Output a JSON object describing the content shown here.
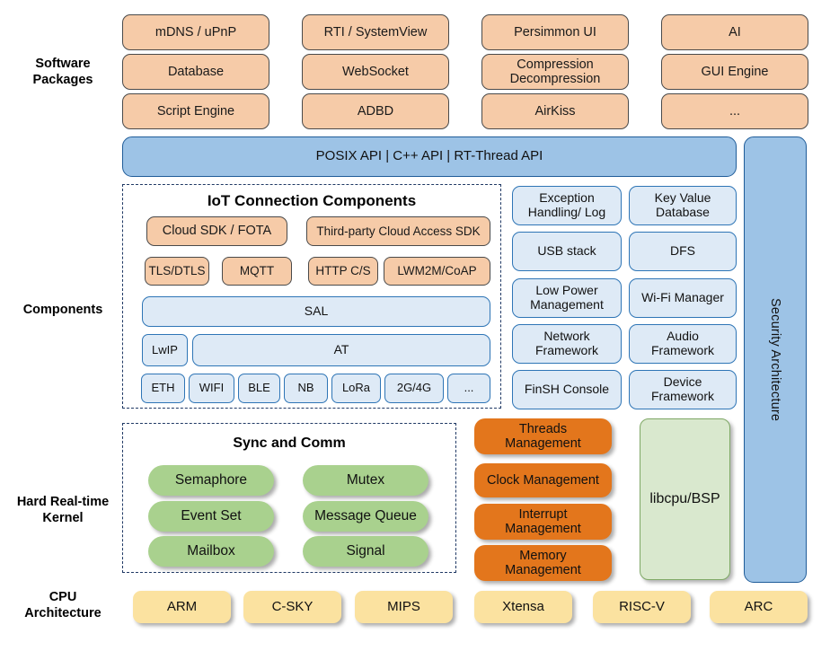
{
  "rows": {
    "software_packages": "Software\nPackages",
    "components": "Components",
    "kernel": "Hard Real-time\nKernel",
    "cpu": "CPU\nArchitecture"
  },
  "software_packages": {
    "columns": [
      [
        "mDNS / uPnP",
        "Database",
        "Script Engine"
      ],
      [
        "RTI / SystemView",
        "WebSocket",
        "ADBD"
      ],
      [
        "Persimmon UI",
        "Compression\nDecompression",
        "AirKiss"
      ],
      [
        "AI",
        "GUI Engine",
        "..."
      ]
    ]
  },
  "api_bar": {
    "label": "POSIX API  |  C++ API  |  RT-Thread API"
  },
  "security": {
    "label": "Security Architecture"
  },
  "iot": {
    "title": "IoT Connection Components",
    "cloud_row": [
      "Cloud SDK / FOTA",
      "Third-party Cloud Access SDK"
    ],
    "protocol_row": [
      "TLS/DTLS",
      "MQTT",
      "HTTP C/S",
      "LWM2M/CoAP"
    ],
    "sal": "SAL",
    "lwip": "LwIP",
    "at": "AT",
    "links": [
      "ETH",
      "WIFI",
      "BLE",
      "NB",
      "LoRa",
      "2G/4G",
      "..."
    ]
  },
  "component_grid": {
    "left": [
      "Exception\nHandling/ Log",
      "USB stack",
      "Low Power\nManagement",
      "Network\nFramework",
      "FinSH Console"
    ],
    "right": [
      "Key Value\nDatabase",
      "DFS",
      "Wi-Fi Manager",
      "Audio\nFramework",
      "Device\nFramework"
    ]
  },
  "sync": {
    "title": "Sync and Comm",
    "left": [
      "Semaphore",
      "Event Set",
      "Mailbox"
    ],
    "right": [
      "Mutex",
      "Message Queue",
      "Signal"
    ]
  },
  "management": {
    "items": [
      "Threads\nManagement",
      "Clock Management",
      "Interrupt\nManagement",
      "Memory\nManagement"
    ]
  },
  "libcpu": {
    "label": "libcpu/BSP"
  },
  "cpu_architecture": {
    "items": [
      "ARM",
      "C-SKY",
      "MIPS",
      "Xtensa",
      "RISC-V",
      "ARC"
    ]
  },
  "colors": {
    "peach": "#F6CBA8",
    "blue": "#9DC3E6",
    "light_blue": "#DEEAF6",
    "green": "#A9D18E",
    "orange": "#E3761C",
    "pale_green": "#D9E8CE",
    "yellow": "#FBE2A0",
    "dash_border": "#1F3864"
  }
}
